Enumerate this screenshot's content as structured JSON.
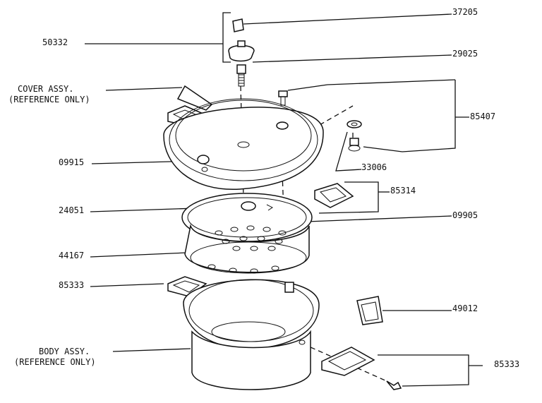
{
  "labels": {
    "p37205": "37205",
    "p50332": "50332",
    "p29025": "29025",
    "cover_line1": "COVER ASSY.",
    "cover_line2": "(REFERENCE ONLY)",
    "p85407": "85407",
    "p09915": "09915",
    "p33006": "33006",
    "p85314": "85314",
    "p24051": "24051",
    "p09905": "09905",
    "p44167": "44167",
    "p85333_left": "85333",
    "p49012": "49012",
    "body_line1": "BODY ASSY.",
    "body_line2": "(REFERENCE ONLY)",
    "p85333_right": "85333"
  }
}
